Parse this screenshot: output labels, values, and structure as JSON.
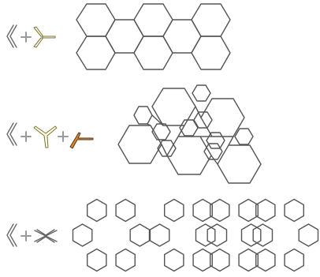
{
  "rows": [
    {
      "operands": [
        "angle-bracket",
        "plus",
        "y-connector-yellow"
      ]
    },
    {
      "operands": [
        "angle-bracket",
        "plus",
        "y-connector-yellow",
        "plus",
        "k-connector-orange"
      ]
    },
    {
      "operands": [
        "angle-bracket",
        "plus",
        "x-connector-gray"
      ]
    }
  ],
  "colors": {
    "stroke": "#555555",
    "plus": "#9a9a9a",
    "yellow_fill": "#fffbd9",
    "yellow_stroke": "#7a7440",
    "orange": "#e9851f",
    "orange_stroke": "#4a3a2a"
  }
}
